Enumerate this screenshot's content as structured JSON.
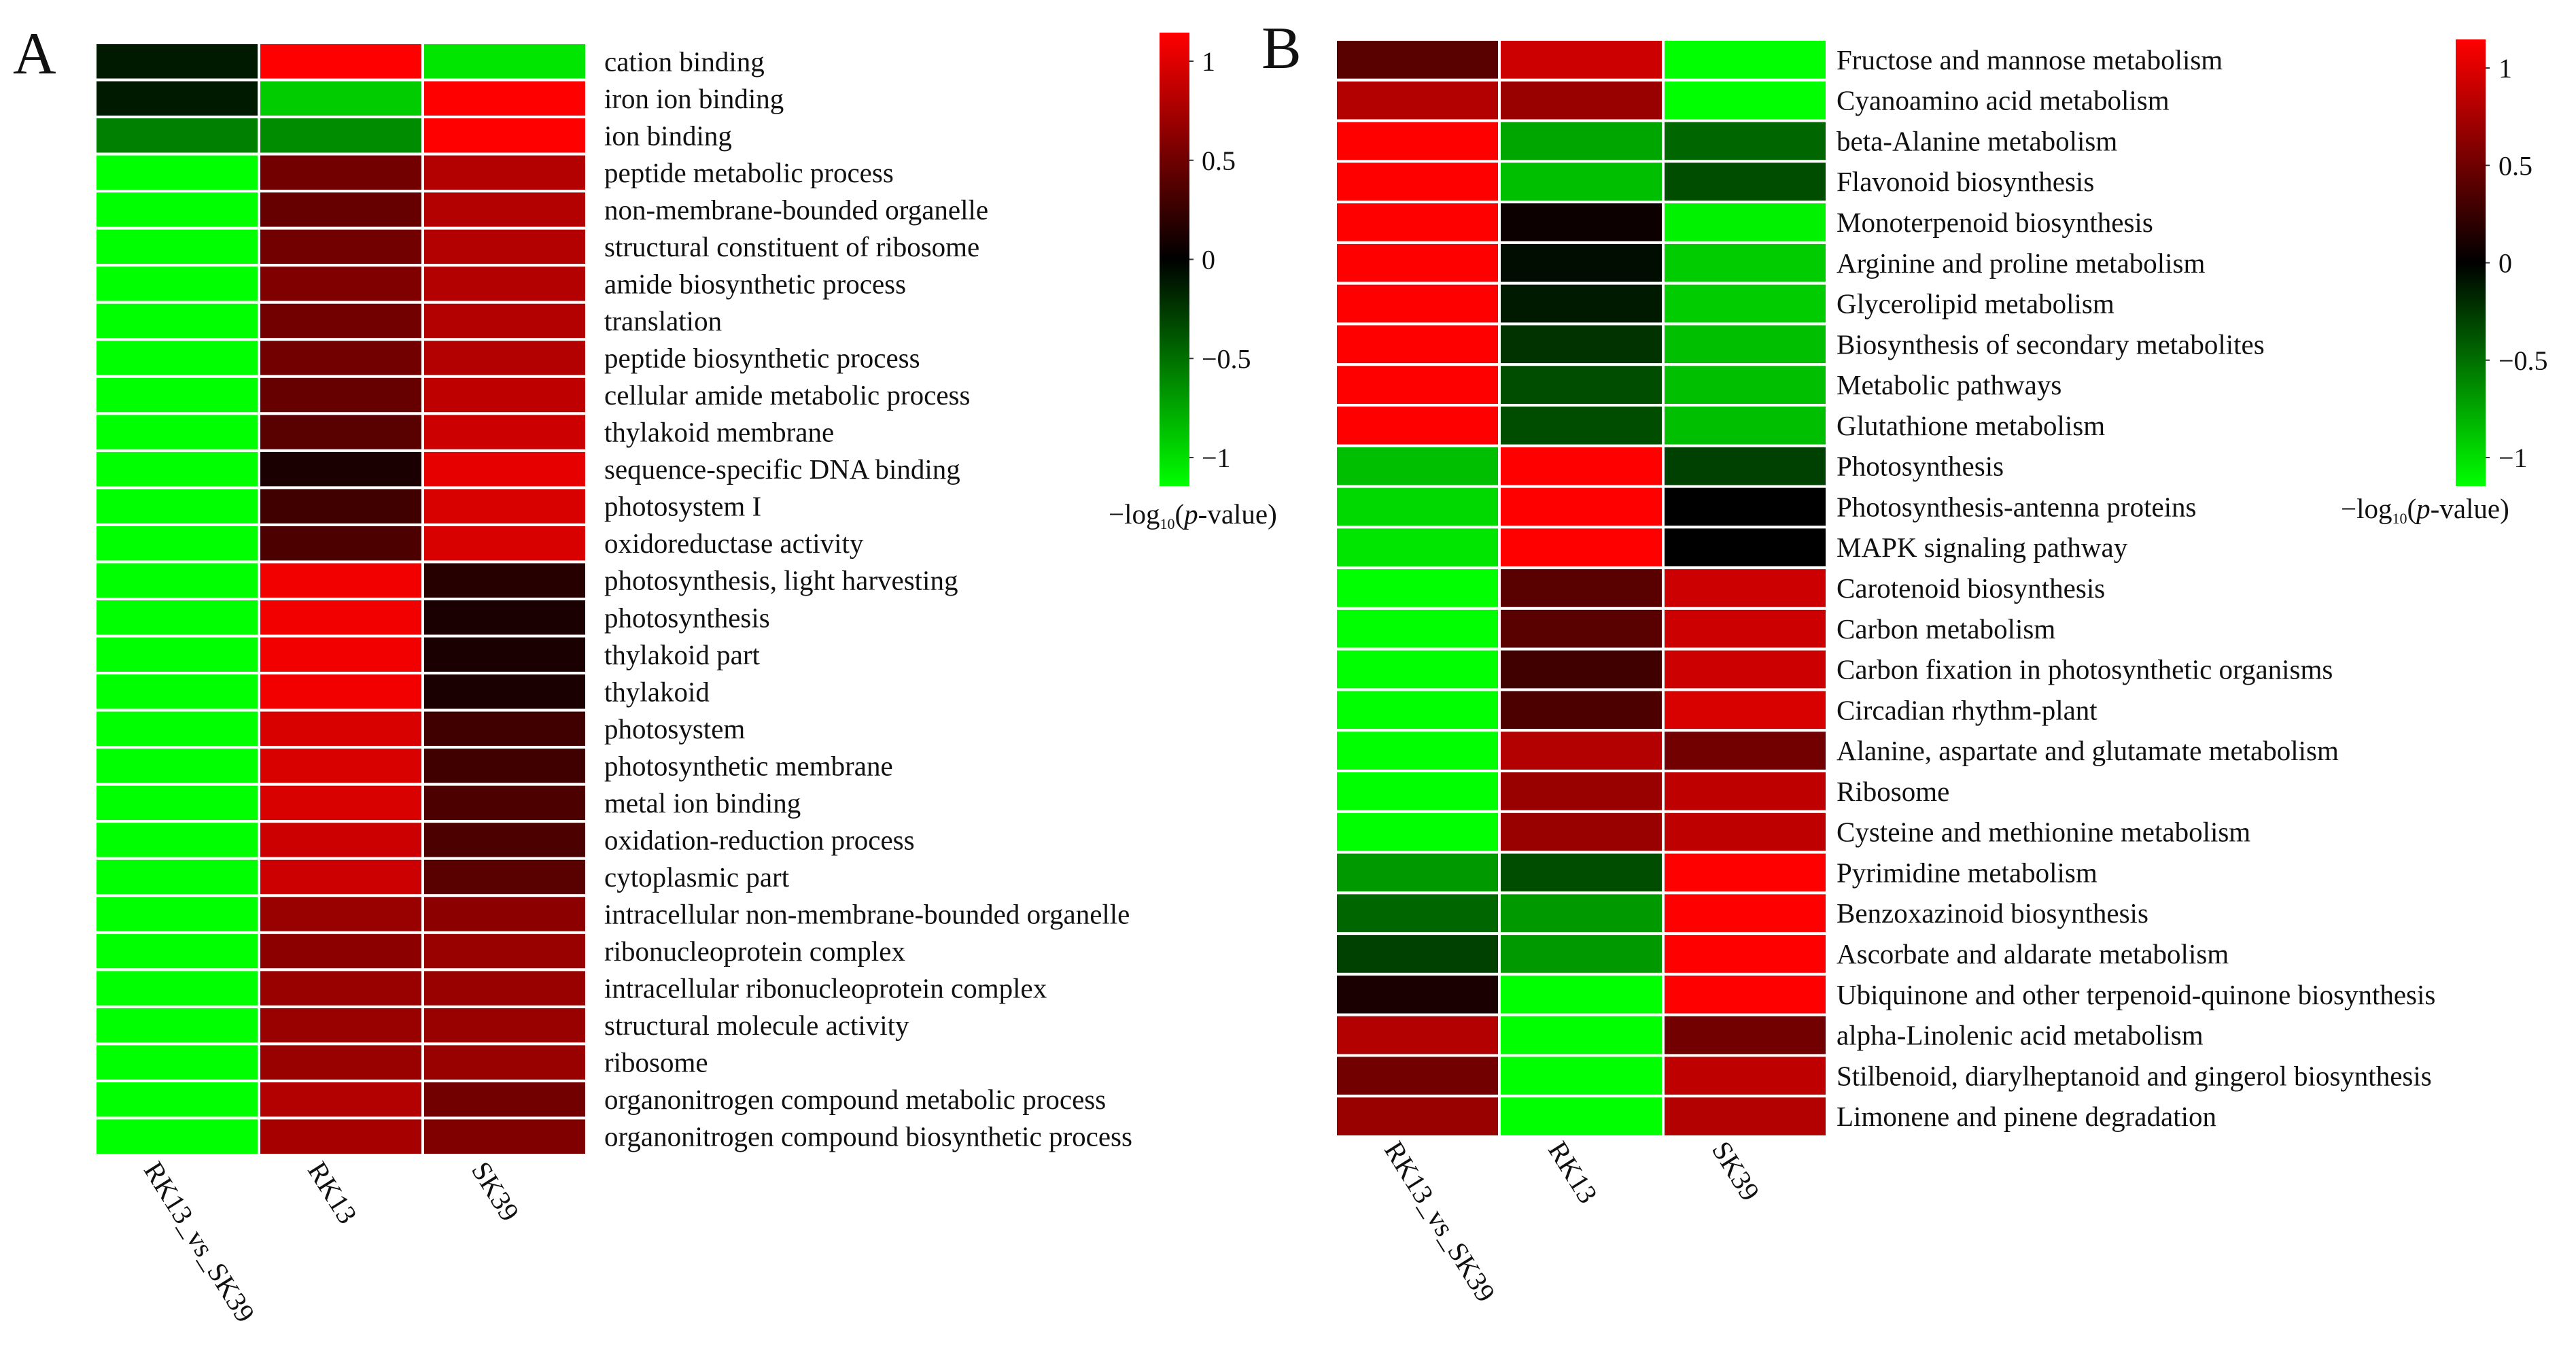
{
  "chart_data": [
    {
      "type": "heatmap",
      "panel_label": "A",
      "columns": [
        "RK13_vs_SK39",
        "RK13",
        "SK39"
      ],
      "rows": [
        "cation binding",
        "iron ion binding",
        "ion binding",
        "peptide metabolic process",
        "non-membrane-bounded organelle",
        "structural constituent of ribosome",
        "amide biosynthetic process",
        "translation",
        "peptide biosynthetic process",
        "cellular amide metabolic process",
        "thylakoid membrane",
        "sequence-specific DNA binding",
        "photosystem I",
        "oxidoreductase activity",
        "photosynthesis, light harvesting",
        "photosynthesis",
        "thylakoid part",
        "thylakoid",
        "photosystem",
        "photosynthetic membrane",
        "metal ion binding",
        "oxidation-reduction process",
        "cytoplasmic part",
        "intracellular non-membrane-bounded organelle",
        "ribonucleoprotein complex",
        "intracellular ribonucleoprotein complex",
        "structural molecule activity",
        "ribosome",
        "organonitrogen compound metabolic process",
        "organonitrogen compound biosynthetic process"
      ],
      "values": [
        [
          -0.1,
          1,
          -0.9
        ],
        [
          -0.1,
          -0.8,
          1
        ],
        [
          -0.5,
          -0.55,
          1
        ],
        [
          -1,
          0.45,
          0.7
        ],
        [
          -1,
          0.4,
          0.7
        ],
        [
          -1,
          0.45,
          0.7
        ],
        [
          -1,
          0.5,
          0.7
        ],
        [
          -1,
          0.45,
          0.7
        ],
        [
          -1,
          0.45,
          0.7
        ],
        [
          -1,
          0.4,
          0.75
        ],
        [
          -1,
          0.35,
          0.8
        ],
        [
          -1,
          0.1,
          0.9
        ],
        [
          -1,
          0.25,
          0.85
        ],
        [
          -1,
          0.3,
          0.85
        ],
        [
          -1,
          0.95,
          0.15
        ],
        [
          -1,
          0.95,
          0.1
        ],
        [
          -1,
          0.95,
          0.1
        ],
        [
          -1,
          0.95,
          0.1
        ],
        [
          -1,
          0.85,
          0.25
        ],
        [
          -1,
          0.85,
          0.25
        ],
        [
          -1,
          0.85,
          0.3
        ],
        [
          -1,
          0.8,
          0.3
        ],
        [
          -1,
          0.8,
          0.35
        ],
        [
          -1,
          0.6,
          0.55
        ],
        [
          -1,
          0.55,
          0.6
        ],
        [
          -1,
          0.6,
          0.6
        ],
        [
          -1,
          0.6,
          0.6
        ],
        [
          -1,
          0.6,
          0.6
        ],
        [
          -1,
          0.7,
          0.45
        ],
        [
          -1,
          0.65,
          0.5
        ]
      ],
      "colorbar": {
        "title_prefix": "−log",
        "title_sub": "10",
        "title_suffix": "(p-value)",
        "range": [
          -1,
          1
        ],
        "ticks": [
          "1",
          "0.5",
          "0",
          "−0.5",
          "−1"
        ],
        "low_color": "#00ff00",
        "mid_color": "#000000",
        "high_color": "#ff0000"
      }
    },
    {
      "type": "heatmap",
      "panel_label": "B",
      "columns": [
        "RK13_vs_SK39",
        "RK13",
        "SK39"
      ],
      "rows": [
        "Fructose and mannose metabolism",
        "Cyanoamino acid metabolism",
        "beta-Alanine metabolism",
        "Flavonoid biosynthesis",
        "Monoterpenoid biosynthesis",
        "Arginine and proline metabolism",
        "Glycerolipid metabolism",
        "Biosynthesis of secondary metabolites",
        "Metabolic pathways",
        "Glutathione metabolism",
        "Photosynthesis",
        "Photosynthesis-antenna proteins",
        "MAPK signaling pathway",
        "Carotenoid biosynthesis",
        "Carbon metabolism",
        "Carbon fixation in photosynthetic organisms",
        "Circadian rhythm-plant",
        "Alanine, aspartate and glutamate metabolism",
        "Ribosome",
        "Cysteine and methionine metabolism",
        "Pyrimidine metabolism",
        "Benzoxazinoid biosynthesis",
        "Ascorbate and aldarate metabolism",
        "Ubiquinone and other terpenoid-quinone biosynthesis",
        "alpha-Linolenic acid metabolism",
        "Stilbenoid, diarylheptanoid and gingerol biosynthesis",
        "Limonene and pinene degradation"
      ],
      "values": [
        [
          0.35,
          0.8,
          -1
        ],
        [
          0.7,
          0.6,
          -1
        ],
        [
          1,
          -0.65,
          -0.4
        ],
        [
          1,
          -0.75,
          -0.3
        ],
        [
          1,
          0.05,
          -0.95
        ],
        [
          1,
          -0.05,
          -0.8
        ],
        [
          1,
          -0.1,
          -0.8
        ],
        [
          1,
          -0.2,
          -0.75
        ],
        [
          1,
          -0.3,
          -0.75
        ],
        [
          1,
          -0.3,
          -0.75
        ],
        [
          -0.75,
          1,
          -0.25
        ],
        [
          -0.85,
          1,
          0
        ],
        [
          -0.9,
          1,
          0
        ],
        [
          -1,
          0.35,
          0.8
        ],
        [
          -1,
          0.35,
          0.8
        ],
        [
          -1,
          0.25,
          0.8
        ],
        [
          -1,
          0.3,
          0.85
        ],
        [
          -1,
          0.7,
          0.45
        ],
        [
          -1,
          0.6,
          0.75
        ],
        [
          -1,
          0.6,
          0.75
        ],
        [
          -0.6,
          -0.3,
          1
        ],
        [
          -0.4,
          -0.6,
          1
        ],
        [
          -0.25,
          -0.6,
          1
        ],
        [
          0.1,
          -1,
          1
        ],
        [
          0.7,
          -1,
          0.45
        ],
        [
          0.45,
          -1,
          0.75
        ],
        [
          0.6,
          -1,
          0.7
        ]
      ],
      "colorbar": {
        "title_prefix": "−log",
        "title_sub": "10",
        "title_suffix": "(p-value)",
        "range": [
          -1,
          1
        ],
        "ticks": [
          "1",
          "0.5",
          "0",
          "−0.5",
          "−1"
        ],
        "low_color": "#00ff00",
        "mid_color": "#000000",
        "high_color": "#ff0000"
      }
    }
  ]
}
